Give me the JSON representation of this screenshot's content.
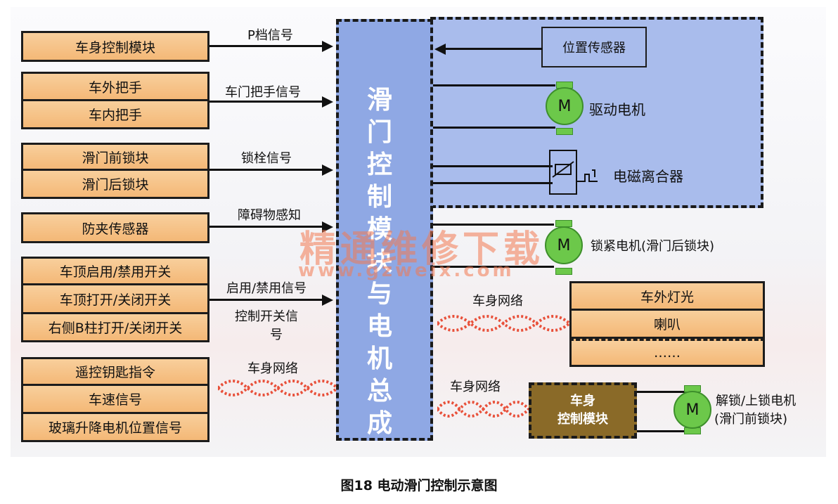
{
  "inputs": {
    "box1": [
      "车身控制模块"
    ],
    "box2": [
      "车外把手",
      "车内把手"
    ],
    "box3": [
      "滑门前锁块",
      "滑门后锁块"
    ],
    "box4": [
      "防夹传感器"
    ],
    "box5": [
      "车顶启用/禁用开关",
      "车顶打开/关闭开关",
      "右侧B柱打开/关闭开关"
    ],
    "box6": [
      "遥控钥匙指令",
      "车速信号",
      "玻璃升降电机位置信号"
    ]
  },
  "signals": {
    "p_gear": "P档信号",
    "door_handle": "车门把手信号",
    "latch": "锁栓信号",
    "obstacle": "障碍物感知",
    "enable": "启用/禁用信号",
    "control_switch_line1": "控制开关信",
    "control_switch_line2": "号",
    "body_network_left": "车身网络",
    "body_network_right1": "车身网络",
    "body_network_right2": "车身网络"
  },
  "module": {
    "title_chars": [
      "滑",
      "门",
      "控",
      "制",
      "模",
      "块",
      "与",
      "电",
      "机",
      "总",
      "成"
    ]
  },
  "right": {
    "position_sensor": "位置传感器",
    "drive_motor": "驱动电机",
    "clutch": "电磁离合器",
    "lock_motor": "锁紧电机(滑门后锁块)",
    "motor_symbol": "M",
    "outputs": [
      "车外灯光",
      "喇叭",
      "……"
    ],
    "bcm_line1": "车身",
    "bcm_line2": "控制模块",
    "unlock_motor_line1": "解锁/上锁电机",
    "unlock_motor_line2": "(滑门前锁块)"
  },
  "watermark": {
    "cn": "精通维修下载",
    "url": "www.gzweix.com"
  },
  "caption": "图18  电动滑门控制示意图"
}
